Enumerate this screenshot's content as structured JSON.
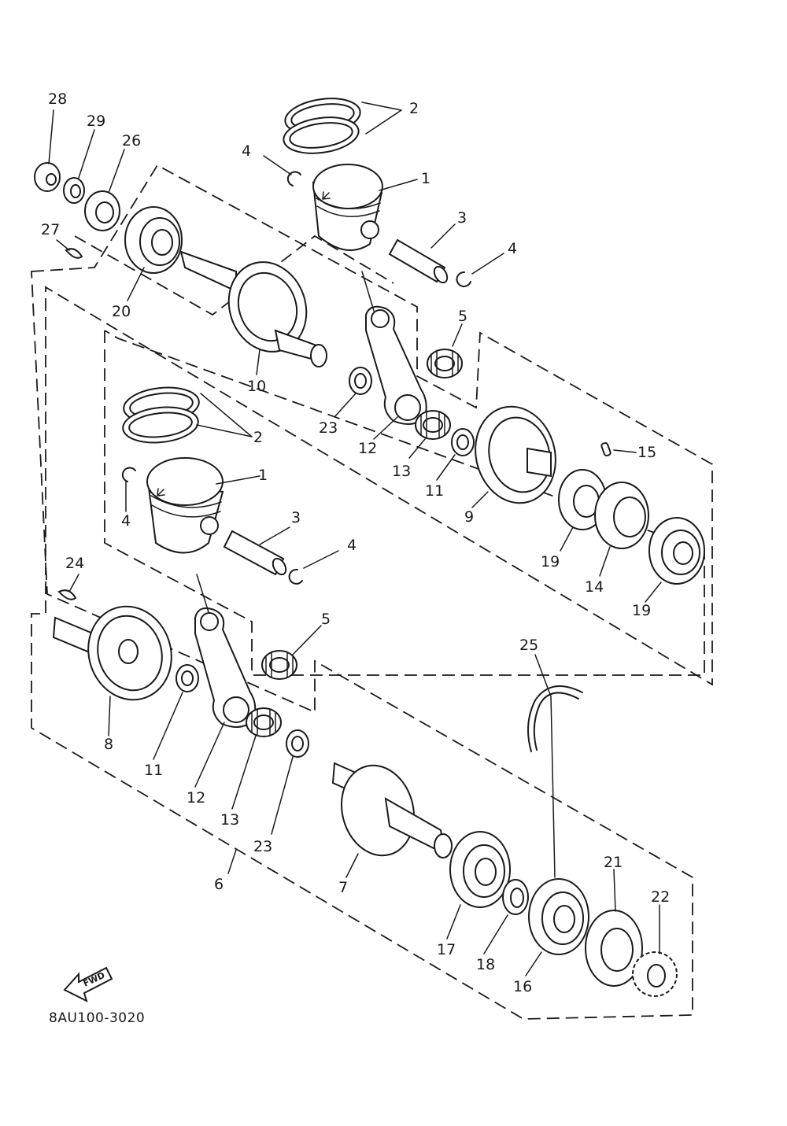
{
  "diagram": {
    "code": "8AU100-3020",
    "fwd_label": "FWD",
    "callouts": {
      "c1_top": "1",
      "c2_top": "2",
      "c3_top": "3",
      "c4_top_a": "4",
      "c4_top_b": "4",
      "c5_top": "5",
      "c9": "9",
      "c10": "10",
      "c11_top": "11",
      "c12_top": "12",
      "c13_top": "13",
      "c14": "14",
      "c15": "15",
      "c19_a": "19",
      "c19_b": "19",
      "c20": "20",
      "c23_top": "23",
      "c26": "26",
      "c27": "27",
      "c28": "28",
      "c29": "29",
      "c1_mid": "1",
      "c2_mid": "2",
      "c3_mid": "3",
      "c4_mid_a": "4",
      "c4_mid_b": "4",
      "c5_mid": "5",
      "c8": "8",
      "c11_mid": "11",
      "c12_mid": "12",
      "c13_mid": "13",
      "c23_mid": "23",
      "c24": "24",
      "c25": "25",
      "c6": "6",
      "c7": "7",
      "c16": "16",
      "c17": "17",
      "c18": "18",
      "c21": "21",
      "c22": "22"
    }
  }
}
